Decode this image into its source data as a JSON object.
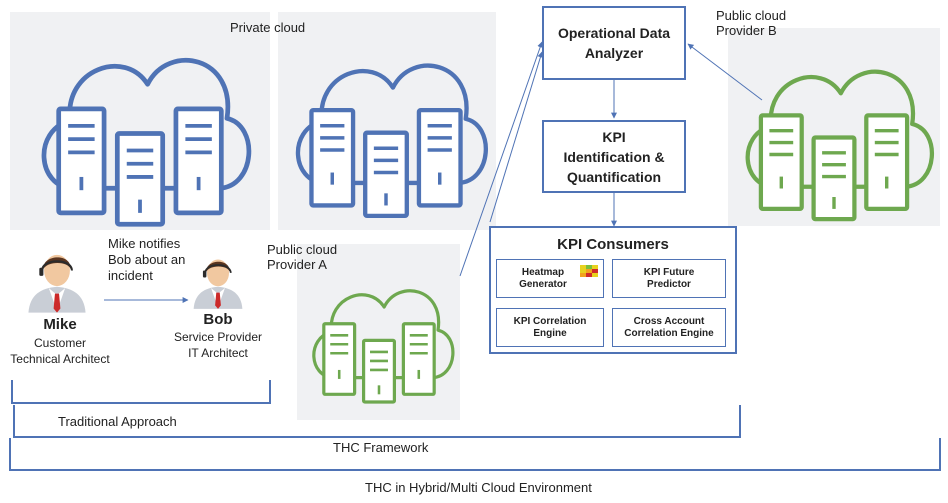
{
  "labels": {
    "private_cloud": "Private cloud",
    "public_b": "Public cloud\nProvider B",
    "public_a": "Public cloud\nProvider A",
    "mike_notifies": "Mike notifies\nBob about an\nincident",
    "mike_name": "Mike",
    "mike_role": "Customer\nTechnical Architect",
    "bob_name": "Bob",
    "bob_role": "Service Provider\nIT Architect",
    "traditional": "Traditional Approach",
    "thc_framework": "THC Framework",
    "thc_hybrid": "THC in Hybrid/Multi Cloud Environment"
  },
  "boxes": {
    "oda": "Operational Data\nAnalyzer",
    "kpi_id": "KPI\nIdentification &\nQuantification",
    "consumers_title": "KPI Consumers",
    "heatmap": "Heatmap\nGenerator",
    "future": "KPI Future\nPredictor",
    "correlation": "KPI Correlation\nEngine",
    "cross": "Cross Account\nCorrelation Engine"
  },
  "colors": {
    "private_cloud": "#4f73b5",
    "public_cloud": "#6ea84f",
    "box_border": "#4f73b5",
    "arrow": "#4f73b5"
  },
  "icons": [
    "cloud-server-icon",
    "person-icon",
    "heatmap-icon"
  ]
}
